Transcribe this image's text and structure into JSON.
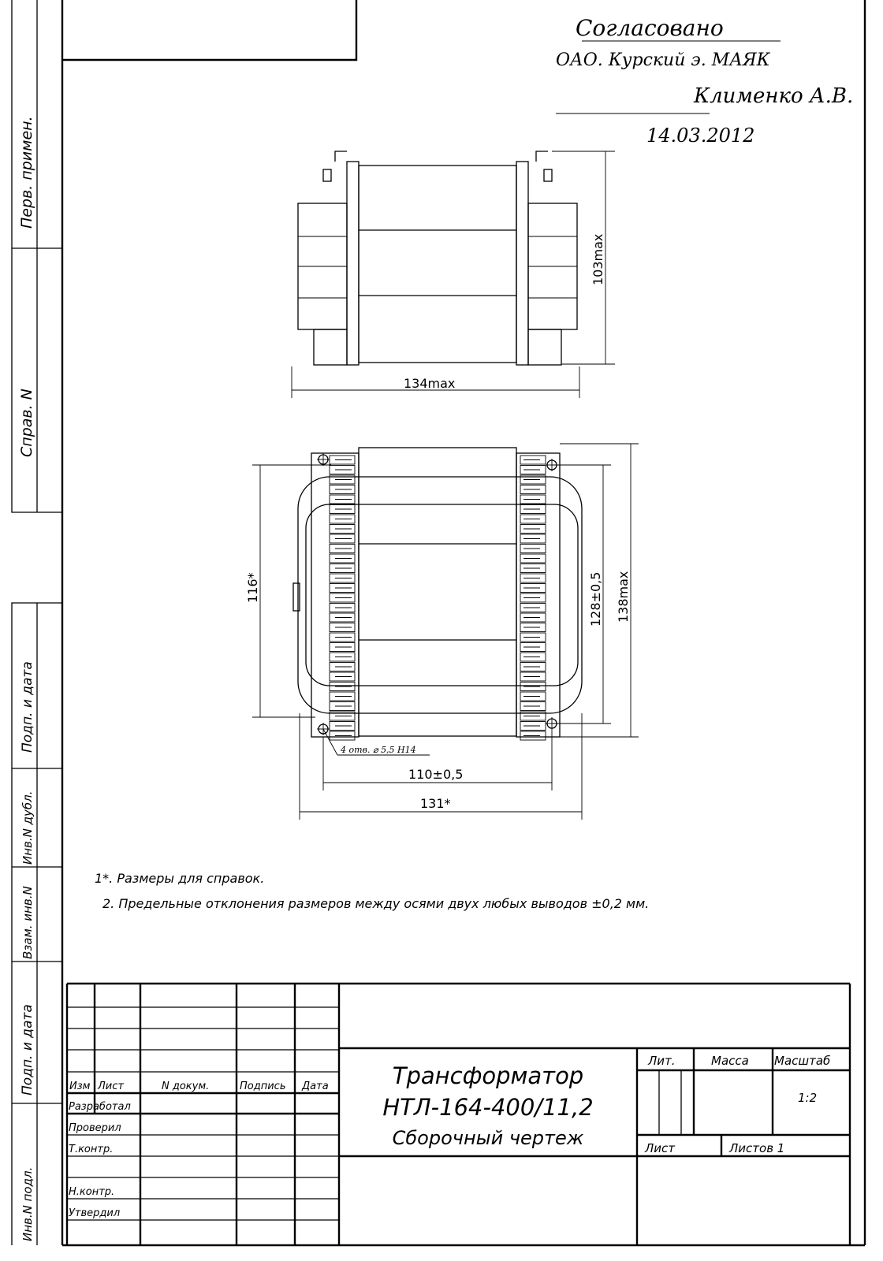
{
  "approval": {
    "line1": "Согласовано",
    "line2": "ОАО. Курский э. МАЯК",
    "line3": "Клименко А.В.",
    "date": "14.03.2012"
  },
  "side_strip": {
    "perv_primen": "Перв. примен.",
    "sprav_n": "Справ. N",
    "podp_data_1": "Подп. и дата",
    "inv_dubl": "Инв.N дубл.",
    "vzam_inv": "Взам. инв.N",
    "podp_data_2": "Подп. и дата",
    "inv_podl": "Инв.N подл."
  },
  "dimensions": {
    "top_width": "134max",
    "top_height": "103max",
    "height_ref": "116*",
    "pitch": "128±0,5",
    "height_max": "138max",
    "holes": "4 отв. ⌀ 5,5 H14",
    "hole_spacing": "110±0,5",
    "width_ref": "131*"
  },
  "notes": [
    "1*. Размеры для справок.",
    "2. Предельные отклонения размеров между осями двух любых выводов ±0,2 мм."
  ],
  "title_block": {
    "headers": {
      "izm": "Изм",
      "list": "Лист",
      "n_dokum": "N докум.",
      "podpis": "Подпись",
      "data": "Дата"
    },
    "roles": {
      "razrab": "Разработал",
      "prover": "Проверил",
      "t_kontr": "Т.контр.",
      "n_kontr": "Н.контр.",
      "utverd": "Утвердил"
    },
    "title_line1": "Трансформатор",
    "title_line2": "НТЛ-164-400/11,2",
    "title_line3": "Сборочный чертеж",
    "lit_label": "Лит.",
    "massa_label": "Масса",
    "masshtab_label": "Масштаб",
    "masshtab_value": "1:2",
    "list_label": "Лист",
    "listov_label": "Листов 1"
  }
}
